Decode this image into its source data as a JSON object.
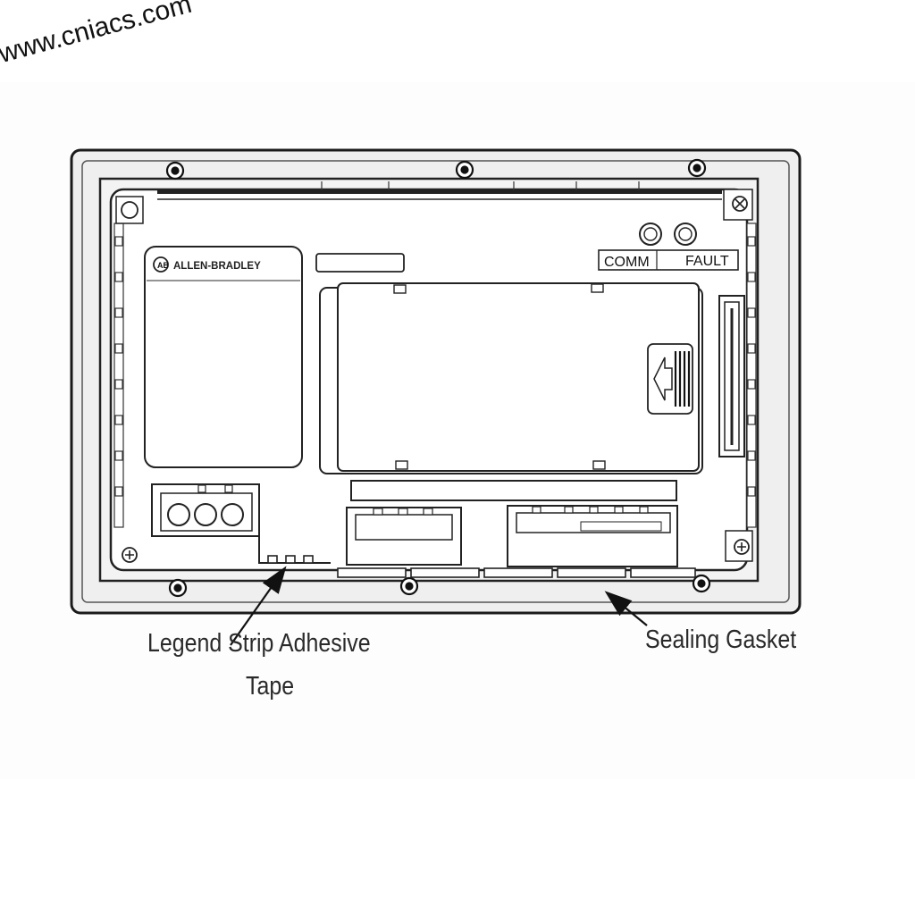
{
  "watermark": "www.cniacs.com",
  "device": {
    "brand": "ALLEN-BRADLEY",
    "indicators": [
      "COMM",
      "FAULT"
    ]
  },
  "callouts": {
    "legend_strip_line1": "Legend Strip Adhesive",
    "legend_strip_line2": "Tape",
    "sealing_gasket": "Sealing Gasket"
  }
}
